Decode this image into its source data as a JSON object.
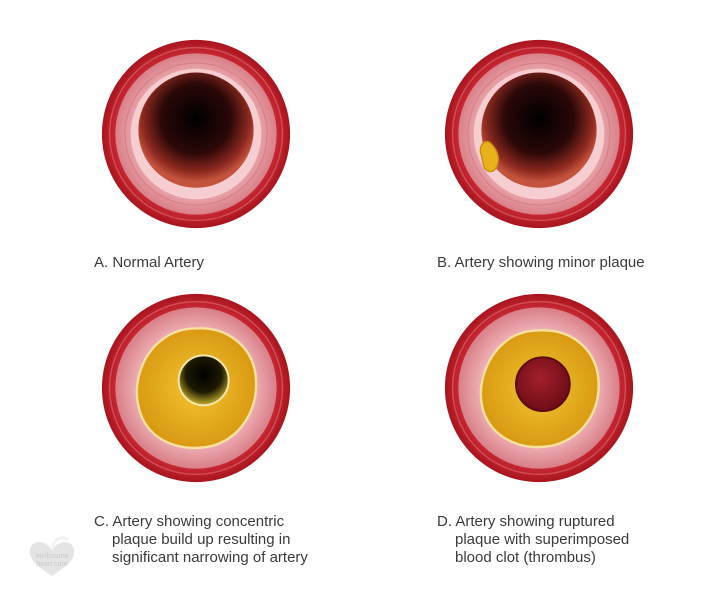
{
  "panels": [
    {
      "id": "A",
      "caption_lines": [
        "A. Normal Artery"
      ],
      "plaque": "none"
    },
    {
      "id": "B",
      "caption_lines": [
        "B. Artery showing minor plaque"
      ],
      "plaque": "minor"
    },
    {
      "id": "C",
      "caption_lines": [
        "C. Artery showing concentric",
        "plaque build up resulting in",
        "significant narrowing of artery"
      ],
      "plaque": "concentric"
    },
    {
      "id": "D",
      "caption_lines": [
        "D. Artery showing ruptured",
        "plaque with superimposed",
        "blood clot (thrombus)"
      ],
      "plaque": "ruptured-with-thrombus"
    }
  ],
  "colors": {
    "adventitia": "#c8242f",
    "media": "#e7a2a8",
    "intima": "#f3c6c9",
    "lumen": "#1a0606",
    "plaque": "#e9b21c",
    "thrombus": "#8e1420"
  },
  "watermark": {
    "line1": "melbourne",
    "line2": "heart care"
  }
}
